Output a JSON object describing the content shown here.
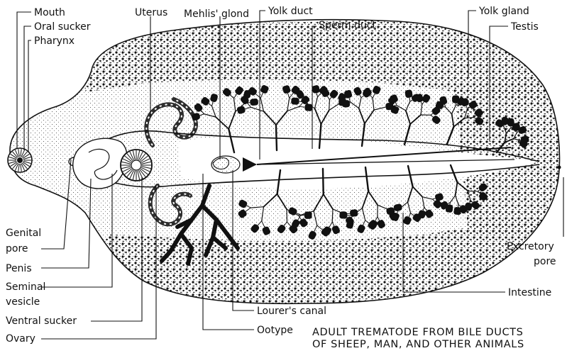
{
  "diagram": {
    "caption": [
      "ADULT TREMATODE FROM BILE DUCTS",
      "OF SHEEP, MAN, AND OTHER ANIMALS"
    ],
    "labels": {
      "mouth": "Mouth",
      "oral_sucker": "Oral sucker",
      "pharynx": "Pharynx",
      "uterus": "Uterus",
      "mehlis_gland": "Mehlis' glond",
      "yolk_duct": "Yolk duct",
      "sperm_duct": "Sperm duct",
      "yolk_gland": "Yolk gland",
      "testis": "Testis",
      "genital_pore": [
        "Genital",
        "pore"
      ],
      "penis": "Penis",
      "seminal_vesicle": [
        "Seminal",
        "vesicle"
      ],
      "ventral_sucker": "Ventral sucker",
      "ovary": "Ovary",
      "excretory_pore": [
        "Excretory",
        "pore"
      ],
      "intestine": "Intestine",
      "laurers_canal": "Lourer's canal",
      "ootype": "Ootype"
    },
    "colors": {
      "ink": "#111111",
      "background": "#ffffff"
    }
  }
}
